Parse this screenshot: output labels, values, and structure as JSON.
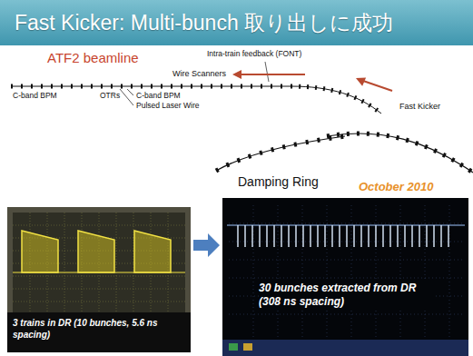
{
  "diagram": {
    "title": "Fast Kicker: Multi-bunch 取り出しに成功",
    "nodes": [
      {
        "text": [
          "3 trains in DR (10 bunches, 5.6 ns spacing)"
        ]
      },
      {
        "text": [
          "30 bunches extracted from DR (308 ns spacing)"
        ]
      }
    ],
    "edges": [
      {
        "from": 0,
        "to": 1,
        "arrow": "to"
      }
    ],
    "labels": [
      "ATF2 beamline",
      "Intra-train feedback (FONT)",
      "Wire Scanners",
      "C-band BPM",
      "OTRs",
      "C-band BPM",
      "Pulsed Laser Wire",
      "Fast Kicker",
      "Damping Ring",
      "October 2010"
    ]
  }
}
